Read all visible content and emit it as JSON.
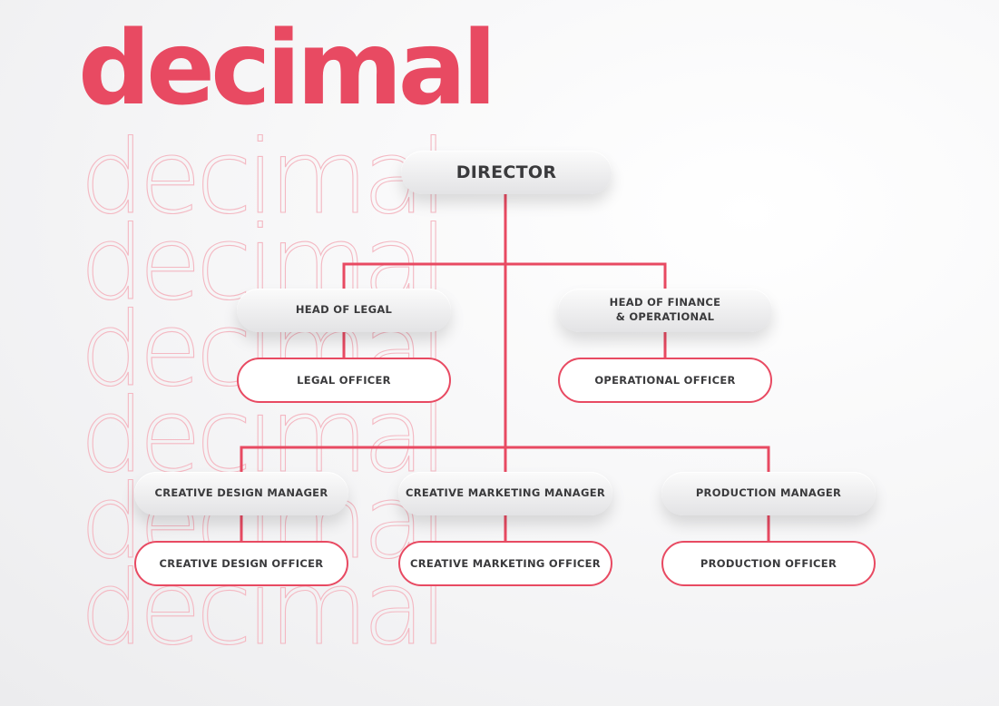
{
  "brand": {
    "logo_text": "decimal",
    "accent_color": "#e84a62"
  },
  "chart": {
    "director": "DIRECTOR",
    "head_legal": "HEAD OF LEGAL",
    "head_finance_line1": "HEAD OF FINANCE",
    "head_finance_line2": "& OPERATIONAL",
    "legal_officer": "LEGAL OFFICER",
    "operational_officer": "OPERATIONAL OFFICER",
    "creative_design_manager": "CREATIVE DESIGN MANAGER",
    "creative_marketing_manager": "CREATIVE MARKETING MANAGER",
    "production_manager": "PRODUCTION MANAGER",
    "creative_design_officer": "CREATIVE DESIGN OFFICER",
    "creative_marketing_officer": "CREATIVE MARKETING OFFICER",
    "production_officer": "PRODUCTION OFFICER"
  }
}
